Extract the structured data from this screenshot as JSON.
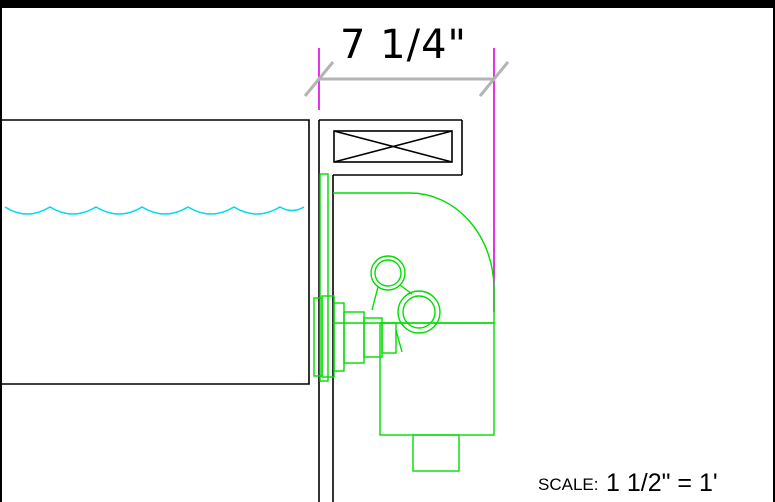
{
  "dimension": {
    "label": "7 1/4\""
  },
  "scale": {
    "prefix": "SCALE:",
    "value": "1 1/2\" = 1'"
  },
  "colors": {
    "background": "#000000",
    "sheet": "#ffffff",
    "linework": "#000000",
    "equipment": "#00dd00",
    "water": "#00d8f0",
    "extension": "#e000e0",
    "dimension_line": "#b4b4b4"
  }
}
